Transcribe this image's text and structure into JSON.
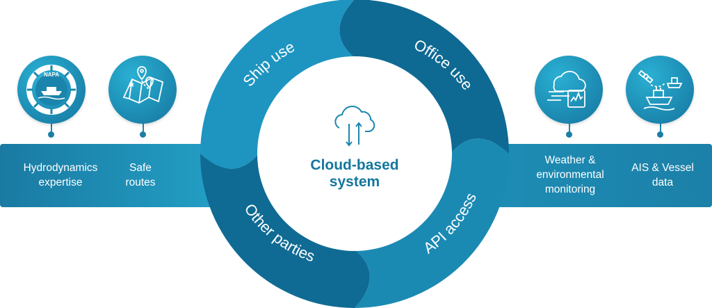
{
  "center": {
    "title": "Cloud-based\nsystem",
    "icon": "cloud-sync-icon"
  },
  "ring_segments": [
    {
      "label": "Ship use",
      "color": "#1e95c0"
    },
    {
      "label": "Office use",
      "color": "#0e6a93"
    },
    {
      "label": "API access",
      "color": "#1b8ab3"
    },
    {
      "label": "Other parties",
      "color": "#0f6b94"
    }
  ],
  "left_items": [
    {
      "label": "Hydrodynamics\nexpertise",
      "icon": "napa-logo-icon",
      "logo_text": "NAPA"
    },
    {
      "label": "Safe\nroutes",
      "icon": "route-map-icon"
    }
  ],
  "right_items": [
    {
      "label": "Weather &\nenvironmental\nmonitoring",
      "icon": "weather-monitor-icon"
    },
    {
      "label": "AIS & Vessel\ndata",
      "icon": "satellite-vessel-icon"
    }
  ],
  "colors": {
    "accent_dark": "#0e6a93",
    "accent_light": "#23a0c6",
    "title_text": "#14779d"
  }
}
